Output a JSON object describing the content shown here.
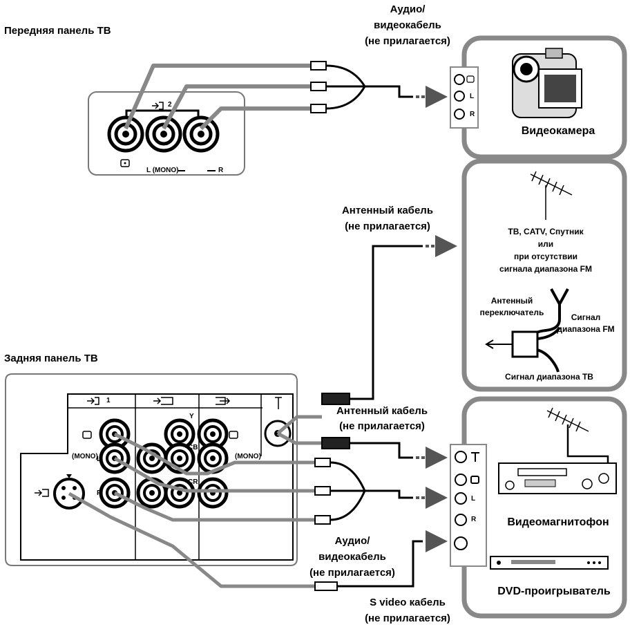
{
  "labels": {
    "front_panel": "Передняя панель ТВ",
    "rear_panel": "Задняя панель ТВ",
    "av_cable_top_1": "Аудио/",
    "av_cable_top_2": "видеокабель",
    "av_cable_top_3": "(не прилагается)",
    "camcorder": "Видеокамера",
    "antenna_cable_1": "Антенный кабель",
    "antenna_cable_1_note": "(не прилагается)",
    "signal_sources_1": "ТВ, CATV, Спутник",
    "signal_sources_2": "или",
    "signal_sources_3": "при отсутствии",
    "signal_sources_4": "сигнала диапазона FM",
    "antenna_switch_1": "Антенный",
    "antenna_switch_2": "переключатель",
    "fm_signal_1": "Сигнал",
    "fm_signal_2": "диапазона FM",
    "tv_signal": "Сигнал диапазона ТВ",
    "antenna_cable_2": "Антенный кабель",
    "antenna_cable_2_note": "(не прилагается)",
    "vcr": "Видеомагнитофон",
    "dvd": "DVD-проигрыватель",
    "av_cable_bottom_1": "Аудио/",
    "av_cable_bottom_2": "видеокабель",
    "av_cable_bottom_3": "(не прилагается)",
    "svideo_1": "S video кабель",
    "svideo_2": "(не прилагается)"
  },
  "jack_labels": {
    "front_input_num": "2",
    "front_mono": "L (MONO)",
    "front_r": "R",
    "rear_input_num": "1",
    "rear_mono": "(MONO)",
    "rear_mono_right": "(MONO)",
    "rear_l": "L",
    "rear_r": "R",
    "comp_y": "Y",
    "comp_cb": "CB",
    "comp_cr": "CR",
    "cam_l": "L",
    "cam_r": "R",
    "vcr_l": "L",
    "vcr_r": "R"
  }
}
